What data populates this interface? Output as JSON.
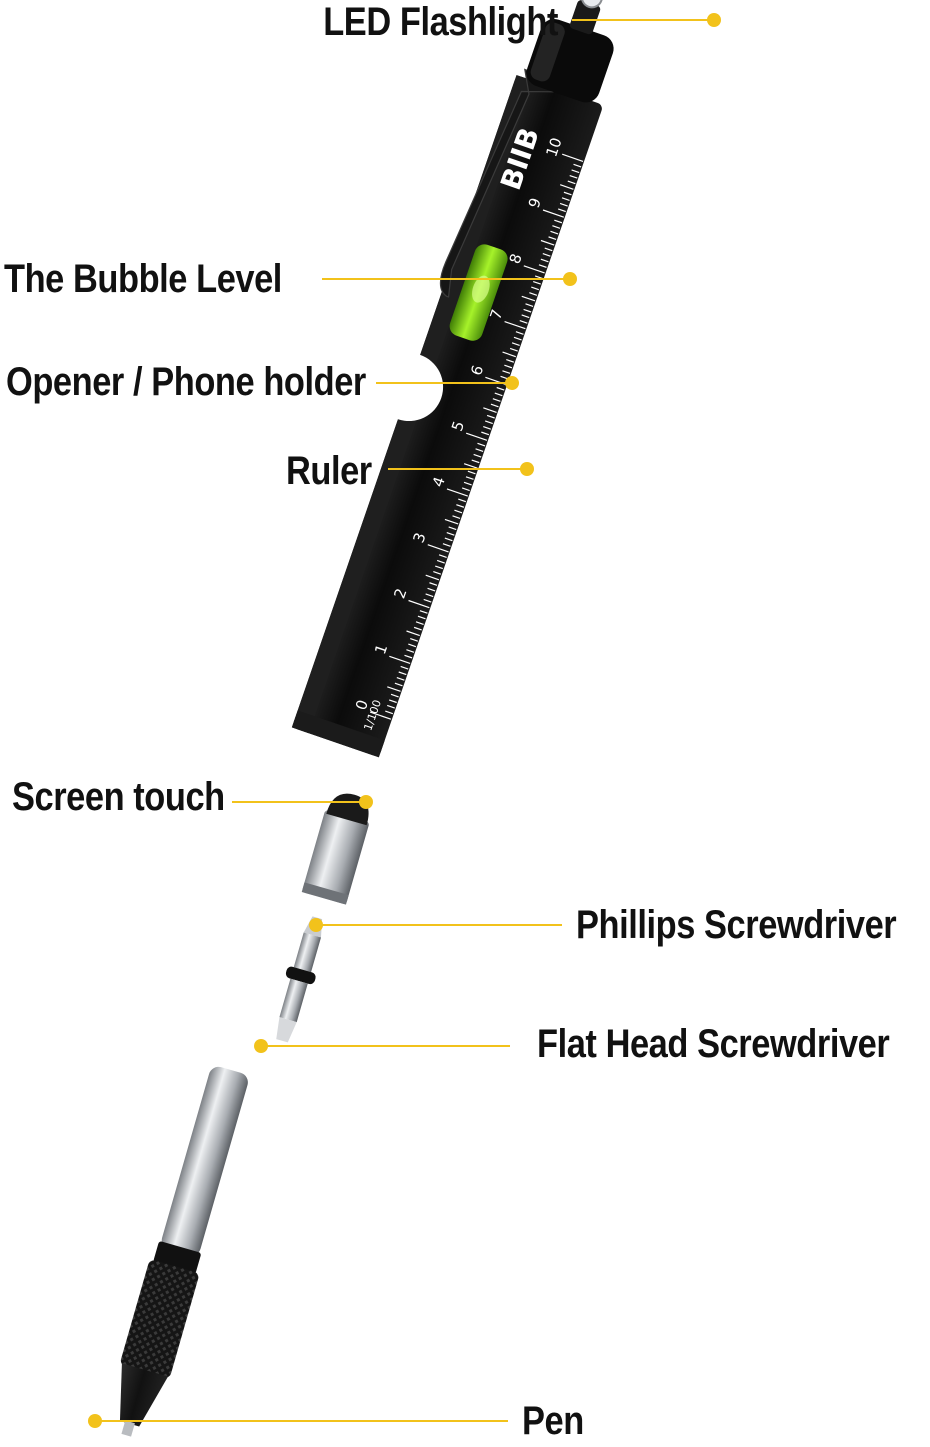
{
  "brand": {
    "logo_text": "BIIB"
  },
  "colors": {
    "leader": "#F2C21B",
    "dot": "#F2C21B",
    "body": "#0e0e0e",
    "level_green": "#8BE01C",
    "silver": "#c9ccd0",
    "text": "#111111"
  },
  "labels": {
    "led": "LED Flashlight",
    "bubble": "The Bubble Level",
    "opener": "Opener / Phone holder",
    "ruler": "Ruler",
    "screen": "Screen touch",
    "phillips": "Phillips Screwdriver",
    "flat": "Flat Head Screwdriver",
    "pen": "Pen"
  },
  "ruler": {
    "numbers": [
      "0",
      "1",
      "2",
      "3",
      "4",
      "5",
      "6",
      "7",
      "8",
      "9",
      "10"
    ],
    "unit": "1/100"
  }
}
